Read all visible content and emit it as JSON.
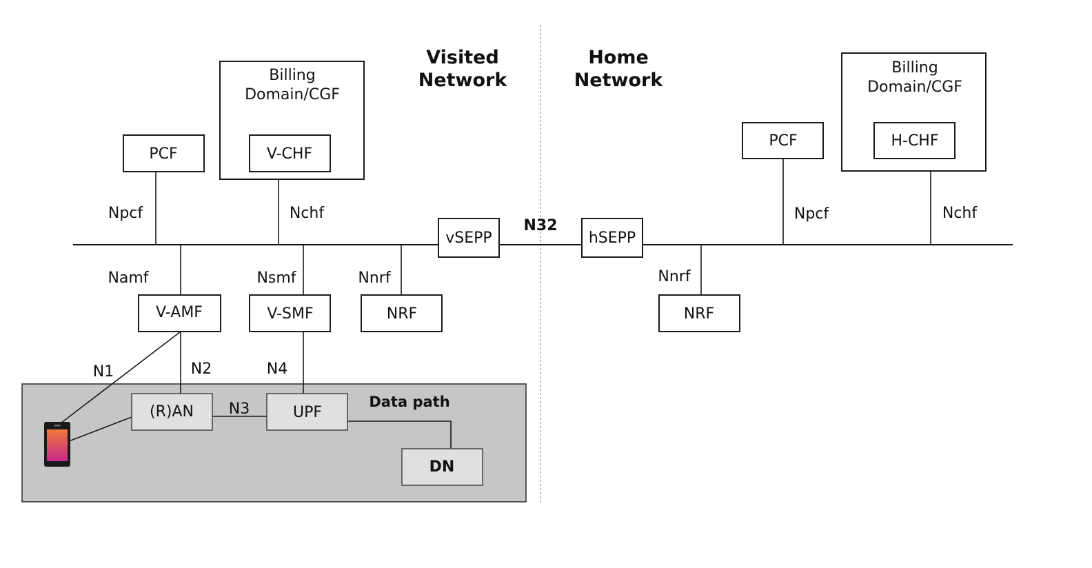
{
  "regions": {
    "visited": {
      "line1": "Visited",
      "line2": "Network",
      "color": "#f0605a"
    },
    "home": {
      "line1": "Home",
      "line2": "Network",
      "color": "#e6148c"
    },
    "data_path": {
      "label": "Data path",
      "color": "#6a4ab8"
    }
  },
  "visited": {
    "billing_line1": "Billing",
    "billing_line2": "Domain/CGF",
    "chf": "V-CHF",
    "pcf": "PCF",
    "sepp": "vSEPP",
    "amf": "V-AMF",
    "smf": "V-SMF",
    "nrf": "NRF"
  },
  "home": {
    "billing_line1": "Billing",
    "billing_line2": "Domain/CGF",
    "chf": "H-CHF",
    "pcf": "PCF",
    "sepp": "hSEPP",
    "nrf": "NRF"
  },
  "data_path": {
    "ran": "(R)AN",
    "upf": "UPF",
    "dn": "DN"
  },
  "interfaces": {
    "v_npcf": "Npcf",
    "v_nchf": "Nchf",
    "namf": "Namf",
    "nsmf": "Nsmf",
    "v_nnrf": "Nnrf",
    "n32": "N32",
    "h_nnrf": "Nnrf",
    "h_npcf": "Npcf",
    "h_nchf": "Nchf",
    "n1": "N1",
    "n2": "N2",
    "n3": "N3",
    "n4": "N4"
  },
  "icons": {
    "ue": "smartphone-icon"
  }
}
